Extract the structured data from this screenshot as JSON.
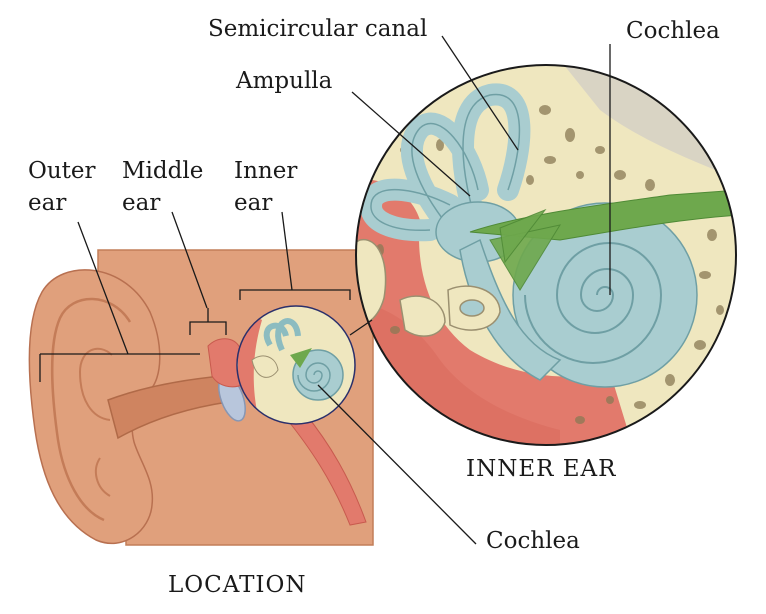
{
  "labels": {
    "outer_ear_line1": "Outer",
    "outer_ear_line2": "ear",
    "middle_ear_line1": "Middle",
    "middle_ear_line2": "ear",
    "inner_ear_line1": "Inner",
    "inner_ear_line2": "ear",
    "semicircular_canal": "Semicircular canal",
    "ampulla": "Ampulla",
    "cochlea_top": "Cochlea",
    "cochlea_bottom": "Cochlea"
  },
  "captions": {
    "location": "LOCATION",
    "inner_ear": "INNER EAR"
  },
  "colors": {
    "skin": "#dc9a73",
    "skin_panel": "#e0a07c",
    "bone": "#efe7bf",
    "labyrinth": "#a9cdd0",
    "nerve": "#6ea84d",
    "tissue_red": "#e27a6c",
    "outline": "#2a2f6b"
  }
}
